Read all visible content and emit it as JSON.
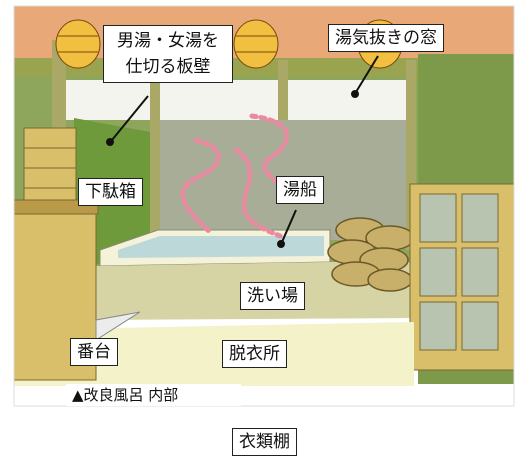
{
  "labels": {
    "partition": "男湯・女湯を\n仕切る板壁",
    "steam_window": "湯気抜きの窓",
    "shoe_box": "下駄箱",
    "bathtub": "湯船",
    "washing_area": "洗い場",
    "attendant_stand": "番台",
    "changing_room": "脱衣所",
    "clothes_shelf": "衣類棚"
  },
  "caption": "▲改良風呂 内部",
  "colors": {
    "ceiling": "#e8a878",
    "wall_green": "#7c9a4a",
    "window_sky": "#f4f4ee",
    "tub_water": "#bcd8d8",
    "floor": "#f4f2c8",
    "wood": "#d9bf6a",
    "steam": "#e88aa0",
    "lantern": "#f2c040"
  }
}
